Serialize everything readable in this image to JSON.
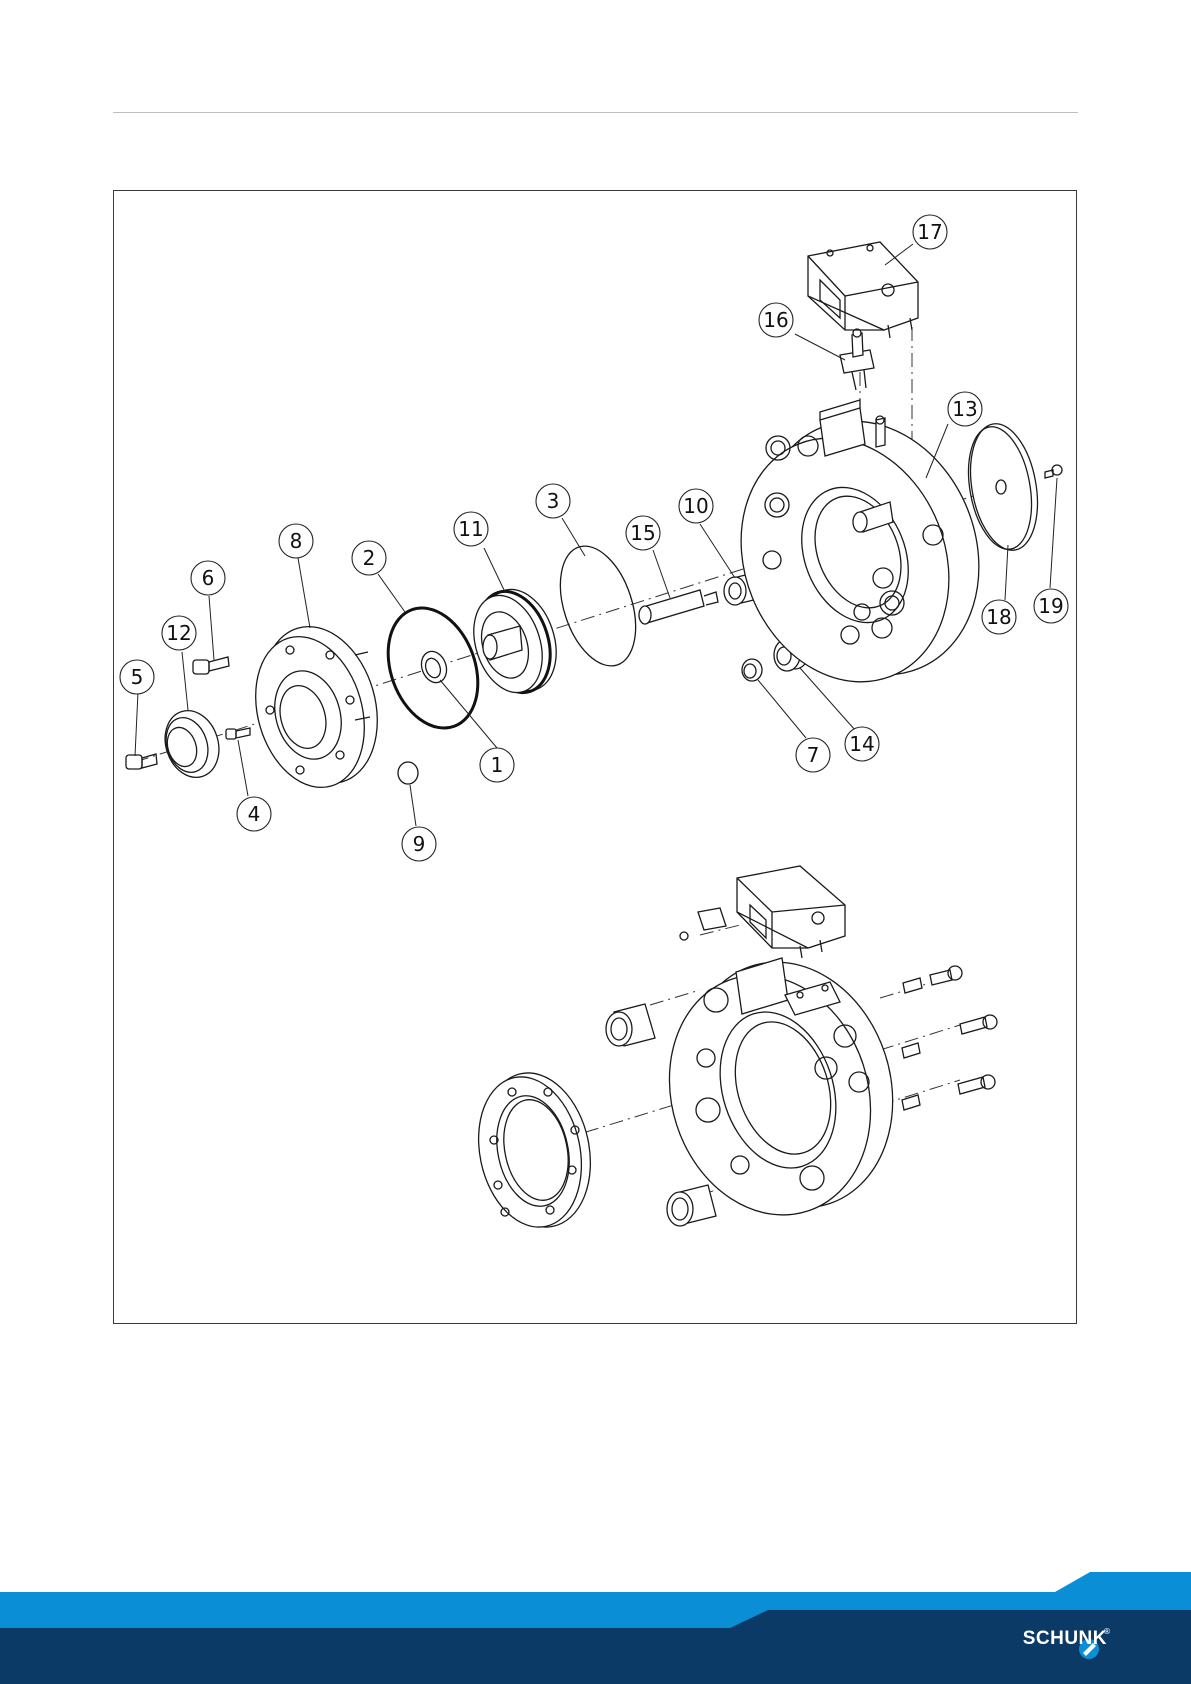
{
  "callouts": [
    {
      "label": "1"
    },
    {
      "label": "2"
    },
    {
      "label": "3"
    },
    {
      "label": "4"
    },
    {
      "label": "5"
    },
    {
      "label": "6"
    },
    {
      "label": "7"
    },
    {
      "label": "8"
    },
    {
      "label": "9"
    },
    {
      "label": "10"
    },
    {
      "label": "11"
    },
    {
      "label": "12"
    },
    {
      "label": "13"
    },
    {
      "label": "14"
    },
    {
      "label": "15"
    },
    {
      "label": "16"
    },
    {
      "label": "17"
    },
    {
      "label": "18"
    },
    {
      "label": "19"
    }
  ],
  "footer": {
    "brand": "SCHUNK",
    "registered_mark": "®",
    "colors": {
      "light_blue": "#0a8fd6",
      "dark_blue": "#0b3a66"
    }
  },
  "icons": {
    "brand_logo": "schunk-gripper-logo-icon"
  }
}
